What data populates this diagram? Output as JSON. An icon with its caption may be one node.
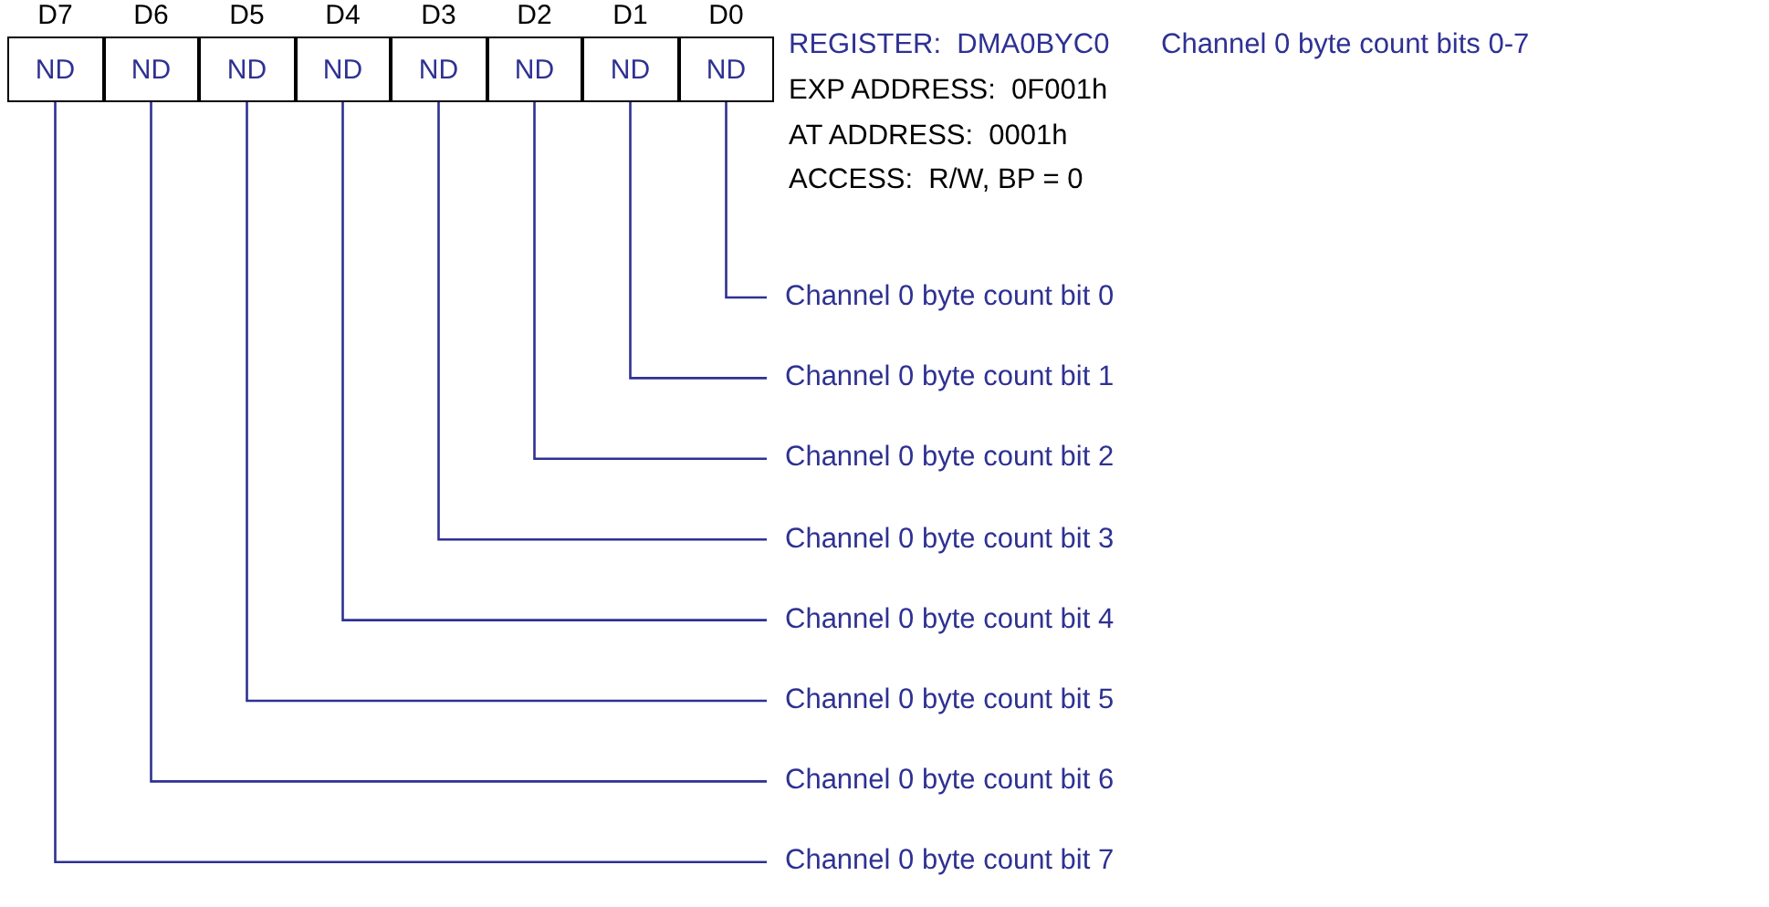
{
  "diagram": {
    "nodes": [
      {
        "text": [
          "D7",
          "ND"
        ]
      },
      {
        "text": [
          "D6",
          "ND"
        ]
      },
      {
        "text": [
          "D5",
          "ND"
        ]
      },
      {
        "text": [
          "D4",
          "ND"
        ]
      },
      {
        "text": [
          "D3",
          "ND"
        ]
      },
      {
        "text": [
          "D2",
          "ND"
        ]
      },
      {
        "text": [
          "D1",
          "ND"
        ]
      },
      {
        "text": [
          "D0",
          "ND"
        ]
      },
      {
        "text": [
          "Channel 0 byte count bit 0"
        ]
      },
      {
        "text": [
          "Channel 0 byte count bit 1"
        ]
      },
      {
        "text": [
          "Channel 0 byte count bit 2"
        ]
      },
      {
        "text": [
          "Channel 0 byte count bit 3"
        ]
      },
      {
        "text": [
          "Channel 0 byte count bit 4"
        ]
      },
      {
        "text": [
          "Channel 0 byte count bit 5"
        ]
      },
      {
        "text": [
          "Channel 0 byte count bit 6"
        ]
      },
      {
        "text": [
          "Channel 0 byte count bit 7"
        ]
      }
    ],
    "edges": [
      {
        "from": 0,
        "to": 15,
        "arrow": "none"
      },
      {
        "from": 1,
        "to": 14,
        "arrow": "none"
      },
      {
        "from": 2,
        "to": 13,
        "arrow": "none"
      },
      {
        "from": 3,
        "to": 12,
        "arrow": "none"
      },
      {
        "from": 4,
        "to": 11,
        "arrow": "none"
      },
      {
        "from": 5,
        "to": 10,
        "arrow": "none"
      },
      {
        "from": 6,
        "to": 9,
        "arrow": "none"
      },
      {
        "from": 7,
        "to": 8,
        "arrow": "none"
      }
    ],
    "labels": [
      "REGISTER:  DMA0BYC0",
      "Channel 0 byte count bits 0-7",
      "EXP ADDRESS:  0F001h",
      "AT ADDRESS:  0001h",
      "ACCESS:  R/W, BP = 0"
    ]
  }
}
